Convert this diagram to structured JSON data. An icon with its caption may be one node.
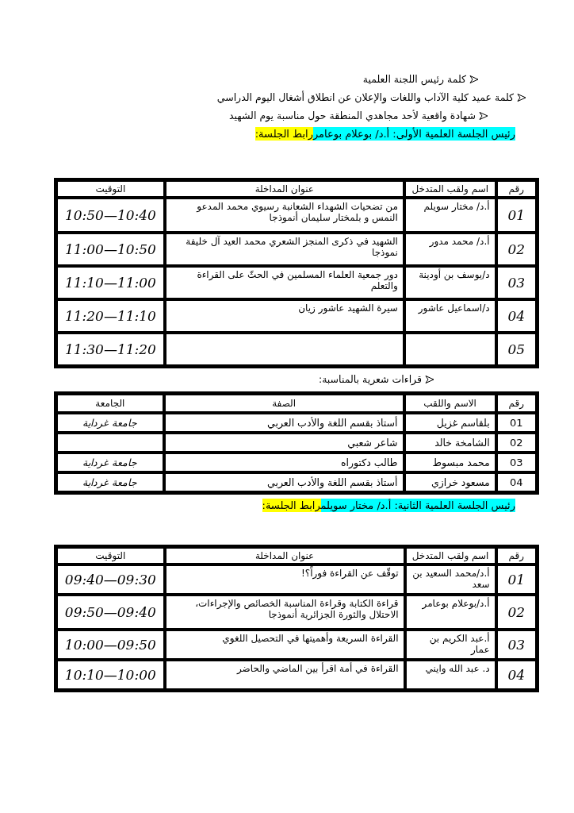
{
  "diagram": {
    "labels": [
      "كلمة رئيس اللجنة العلمية",
      "كلمة عميد كلية الآداب واللغات والإعلان عن انطلاق أشغال اليوم الدراسي",
      "شهادة واقعية لأحد مجاهدي المنطقة حول مناسبة يوم الشهيد",
      "رئيس الجلسة العلمية الأولى: أ.د/ بوعلام بوعامر",
      "رابط الجلسة:",
      "رقم",
      "اسم ولقب المتدخل",
      "عنوان المداخلة",
      "التوقيت",
      "01",
      "أ.د/ مختار سويلم",
      "من تضحيات الشهداء الشعانبة رسيوي محمد المدعو النمس و بلمختار سليمان أنموذجا",
      "10:50—10:40",
      "02",
      "أ.د/ محمد مدور",
      "الشهيد في ذكرى المنجز الشعري محمد العيد آل خليفة نموذجا",
      "11:00—10:50",
      "03",
      "د/يوسف بن أودينة",
      "دور جمعية العلماء المسلمين في الحثّ على القراءة والتعلم",
      "11:10—11:00",
      "04",
      "د/اسماعيل عاشور",
      "سيرة الشهيد عاشور زيان",
      "11:20—11:10",
      "05",
      "11:30—11:20",
      "قراءات شعرية بالمناسبة:",
      "رقم",
      "الاسم واللقب",
      "الصفة",
      "الجامعة",
      "01",
      "بلقاسم غزيل",
      "أستاذ بقسم اللغة والأدب العربي",
      "جامعة غرداية",
      "02",
      "الشامخة خالد",
      "شاعر شعبي",
      "03",
      "محمد مبسوط",
      "طالب دكتوراه",
      "جامعة غرداية",
      "04",
      "مسعود خرازي",
      "أستاذ بقسم اللغة والأدب العربي",
      "جامعة غرداية",
      "رئيس الجلسة العلمية الثانية: أ.د/ مختار سويلم",
      "رابط الجلسة:",
      "رقم",
      "اسم ولقب المتدخل",
      "عنوان المداخلة",
      "التوقيت",
      "01",
      "أ.د/محمد السعيد بن سعد",
      "توقّف عن القراءة فوراً؟!",
      "09:40—09:30",
      "02",
      "أ.د/بوعلام بوعامر",
      "قراءة الكتابة وقراءة المناسبة الخصائص والإجراءات، الاحتلال والثورة الجزائرية أنموذجا",
      "09:50—09:40",
      "03",
      "أ.عبد الكريم بن عمار",
      "القراءة السريعة وأهميتها في التحصيل اللغوي",
      "10:00—09:50",
      "04",
      "د. عبد الله وايني",
      "القراءة في أمة اقرأ بين الماضي والحاضر",
      "10:10—10:00"
    ]
  }
}
